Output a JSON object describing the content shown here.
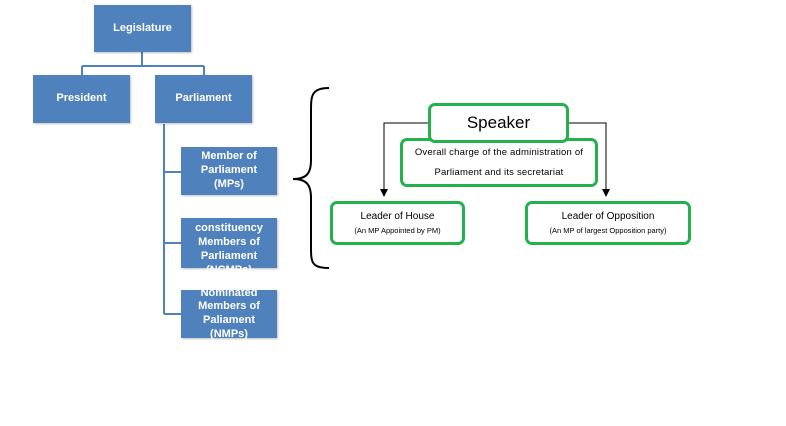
{
  "hierarchy": {
    "legislature": "Legislature",
    "president": "President",
    "parliament": "Parliament",
    "members": [
      "Member of Parliament (MPs)",
      "Non-constituency Members of Parliament (NCMPs)",
      "Nominated Members of Paliament (NMPs)"
    ]
  },
  "parliament_chart": {
    "speaker": "Speaker",
    "speaker_role": "Overall charge of the administration of Parliament and its secretariat",
    "leader_house": "Leader of House",
    "leader_house_note": "(An MP Appointed by PM)",
    "leader_opposition": "Leader of Opposition",
    "leader_opposition_note": "(An MP of largest Opposition party)"
  },
  "colors": {
    "box_blue": "#4f81bd",
    "border_green": "#22b14c"
  }
}
